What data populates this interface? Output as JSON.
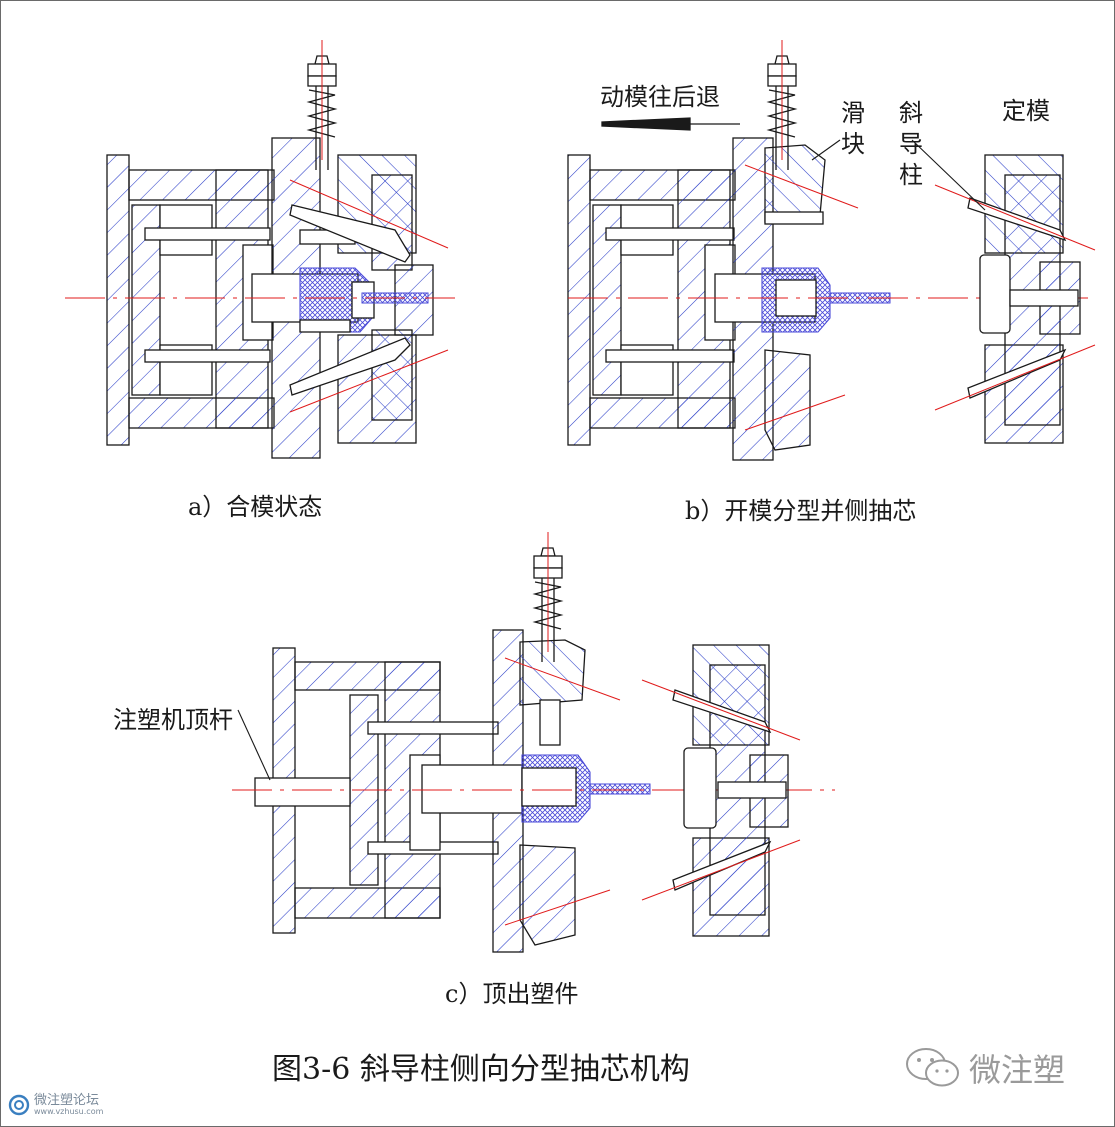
{
  "colors": {
    "line": "#1a1a1a",
    "hatch": "#2b3ec8",
    "center": "#e01b1b",
    "part": "#4a4ad8"
  },
  "labels": {
    "retreat": "动模往后退",
    "slider": "滑块",
    "pin": "斜导柱",
    "fixed_mold": "定模",
    "ejector": "注塑机顶杆"
  },
  "captions": {
    "a": "a）合模状态",
    "b": "b）开模分型并侧抽芯",
    "c": "c）顶出塑件",
    "figure": "图3-6 斜导柱侧向分型抽芯机构"
  },
  "watermarks": {
    "right_text": "微注塑",
    "right_icon": "wechat-icon",
    "left_title": "微注塑论坛",
    "left_url": "www.vzhusu.com",
    "left_icon": "forum-logo-icon"
  }
}
